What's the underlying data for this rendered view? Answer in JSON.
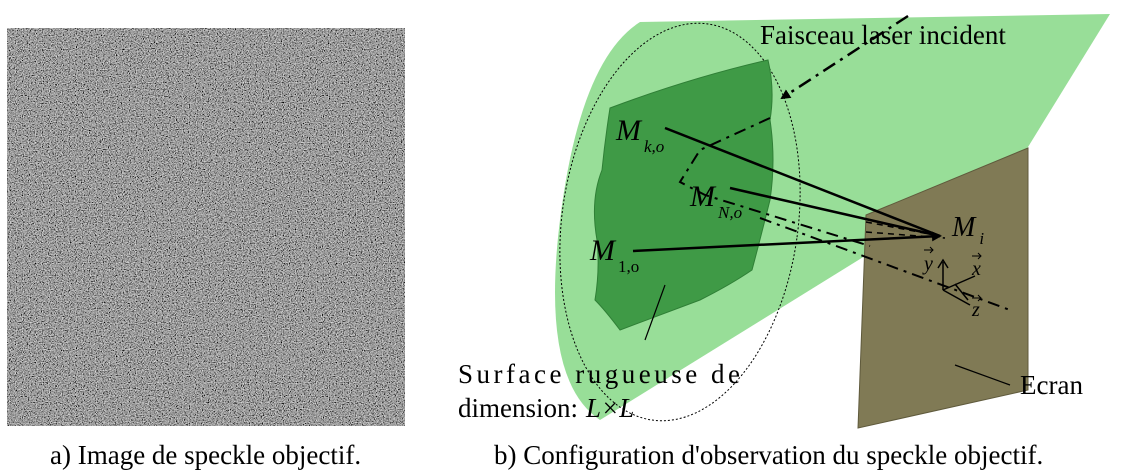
{
  "panel_a": {
    "caption": "a) Image de speckle objectif."
  },
  "panel_b": {
    "caption": "b) Configuration d'observation du speckle objectif.",
    "beam_label": "Faisceau laser incident",
    "surface_label_line1": "Surface rugueuse de",
    "surface_label_line2": "dimension:",
    "surface_dim": "L×L",
    "screen_label": "Ecran",
    "points": [
      {
        "name": "M",
        "sub": "k,o"
      },
      {
        "name": "M",
        "sub": "N,o"
      },
      {
        "name": "M",
        "sub": "1,o"
      },
      {
        "name": "M",
        "sub": "i"
      }
    ],
    "axes": [
      "y",
      "x",
      "z"
    ]
  },
  "colors": {
    "beam": "#8ad98a",
    "surface": "#3f9a46",
    "screen": "#807a55"
  }
}
